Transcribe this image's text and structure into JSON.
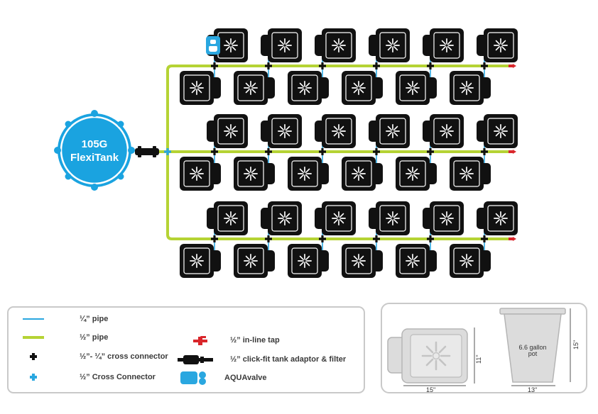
{
  "tank": {
    "label_line1": "105G",
    "label_line2": "FlexiTank",
    "color": "#1aa3e0"
  },
  "colors": {
    "quarter_pipe": "#2aa7e0",
    "half_pipe": "#b5d334",
    "pot": "#1b1b1b",
    "tap": "#d9262b"
  },
  "legend": {
    "quarter_pipe": "¼” pipe",
    "half_pipe": "½” pipe",
    "cross_connector_mixed": "½”- ¼” cross connector",
    "cross_connector_half": "½” Cross Connector",
    "inline_tap": "½” in-line tap",
    "tank_adaptor": "½” click-fit tank adaptor & filter",
    "aquavalve": "AQUAvalve"
  },
  "dimensions": {
    "tray_width": "15\"",
    "tray_depth": "11\"",
    "pot_width": "13\"",
    "pot_height": "15\"",
    "pot_label_line1": "6.6 gallon",
    "pot_label_line2": "pot"
  }
}
